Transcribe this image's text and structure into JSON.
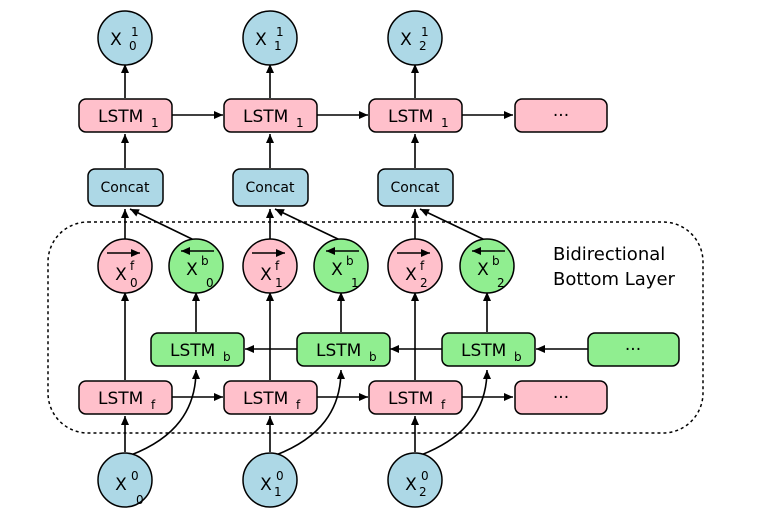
{
  "region": {
    "label_line1": "Bidirectional",
    "label_line2": "Bottom Layer"
  },
  "top_lstm": [
    {
      "base": "LSTM",
      "sub": "1"
    },
    {
      "base": "LSTM",
      "sub": "1"
    },
    {
      "base": "LSTM",
      "sub": "1"
    },
    {
      "base": "···",
      "sub": ""
    }
  ],
  "concat": [
    "Concat",
    "Concat",
    "Concat"
  ],
  "outputs": [
    {
      "base": "X",
      "sup": "1",
      "sub": "0"
    },
    {
      "base": "X",
      "sup": "1",
      "sub": "1"
    },
    {
      "base": "X",
      "sup": "1",
      "sub": "2"
    }
  ],
  "forward_states": [
    {
      "base": "X",
      "sup": "f",
      "sub": "0"
    },
    {
      "base": "X",
      "sup": "f",
      "sub": "1"
    },
    {
      "base": "X",
      "sup": "f",
      "sub": "2"
    }
  ],
  "backward_states": [
    {
      "base": "X",
      "sup": "b",
      "sub": "0"
    },
    {
      "base": "X",
      "sup": "b",
      "sub": "1"
    },
    {
      "base": "X",
      "sup": "b",
      "sub": "2"
    }
  ],
  "backward_lstm": [
    {
      "base": "LSTM",
      "sub": "b"
    },
    {
      "base": "LSTM",
      "sub": "b"
    },
    {
      "base": "LSTM",
      "sub": "b"
    },
    {
      "base": "···",
      "sub": ""
    }
  ],
  "forward_lstm": [
    {
      "base": "LSTM",
      "sub": "f"
    },
    {
      "base": "LSTM",
      "sub": "f"
    },
    {
      "base": "LSTM",
      "sub": "f"
    },
    {
      "base": "···",
      "sub": ""
    }
  ],
  "inputs": [
    {
      "base": "X",
      "sup": "0",
      "sub": "0"
    },
    {
      "base": "X",
      "sup": "0",
      "sub": "1"
    },
    {
      "base": "X",
      "sup": "0",
      "sub": "2"
    }
  ],
  "colors": {
    "pink": "#ffc0cb",
    "green": "#90ee90",
    "blue": "#add8e6"
  }
}
